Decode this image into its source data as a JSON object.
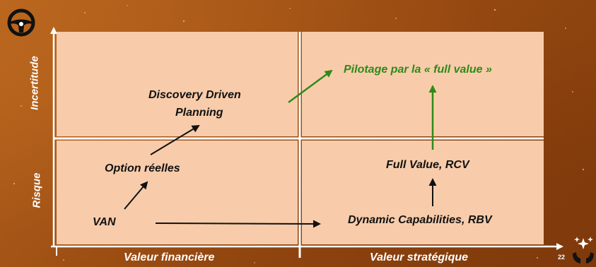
{
  "axes": {
    "y_top": "Incertitude",
    "y_bottom": "Risque",
    "x_left": "Valeur financière",
    "x_right": "Valeur stratégique"
  },
  "items": {
    "van": "VAN",
    "option_reelles": "Option réelles",
    "discovery_line1": "Discovery Driven",
    "discovery_line2": "Planning",
    "pilotage": "Pilotage par la « full value »",
    "full_value_rcv": "Full Value, RCV",
    "dynamic_capabilities": "Dynamic Capabilities, RBV"
  },
  "page_number": "22",
  "icons": {
    "top_left": "steering-wheel-icon",
    "bottom_right": "hands-sparkles-icon"
  },
  "colors": {
    "background": "#9a4c12",
    "quadrant_fill": "#f8ccaa",
    "axis": "#ffffff",
    "text": "#111111",
    "green_accent": "#2f8a1a"
  }
}
